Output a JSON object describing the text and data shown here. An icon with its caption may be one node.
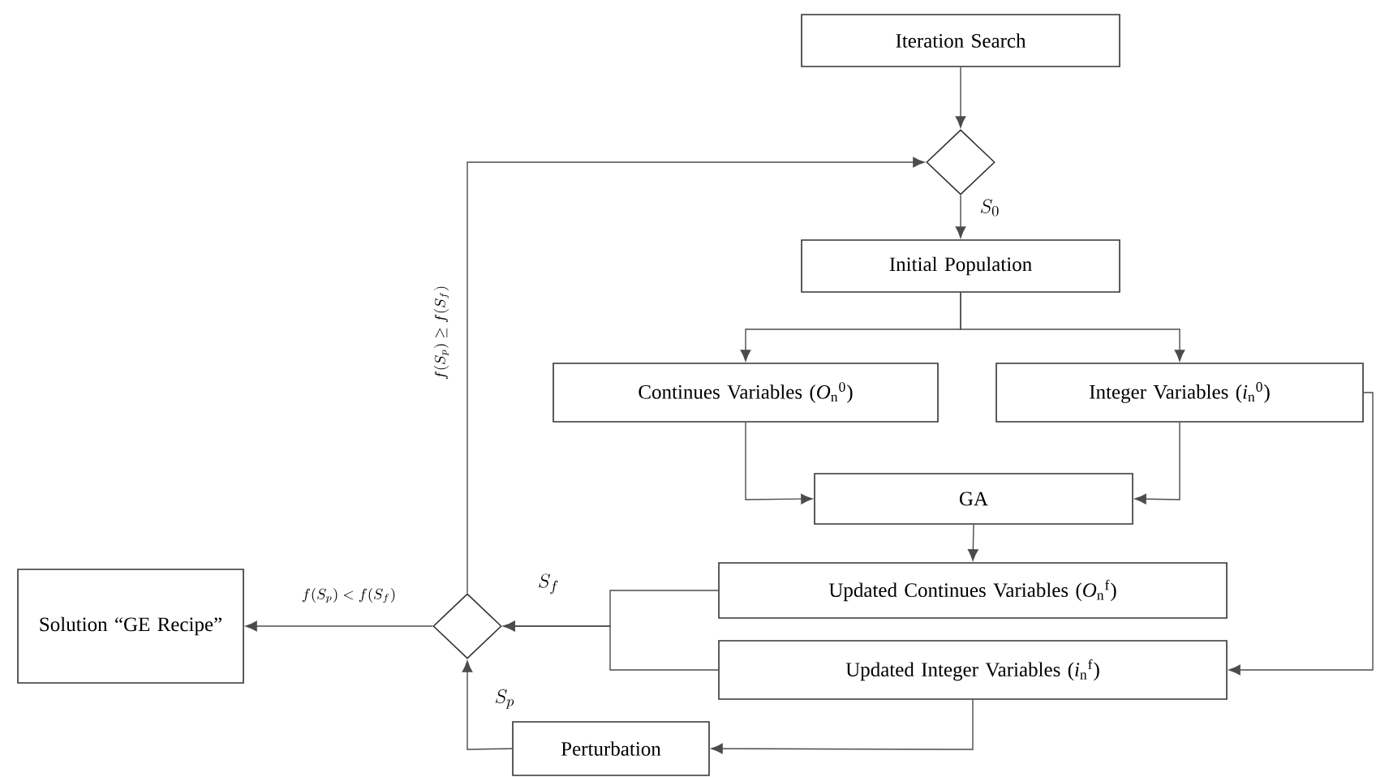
{
  "diagram": {
    "nodes": [
      {
        "text": [
          "Iteration Search"
        ]
      },
      {
        "text": [],
        "shape": "diamond"
      },
      {
        "text": [
          "Initial Population"
        ]
      },
      {
        "text": [
          "Continues Variables (*O*$_{n}$$^{0}$)"
        ]
      },
      {
        "text": [
          "Integer Variables (*i*$_{n}$$^{0}$)"
        ]
      },
      {
        "text": [
          "GA"
        ]
      },
      {
        "text": [
          "Updated Continues Variables (*O*$_{n}$$^{f}$)"
        ]
      },
      {
        "text": [
          "Updated Integer Variables (*i*$_{n}$$^{f}$)"
        ]
      },
      {
        "text": [
          "Perturbation"
        ]
      },
      {
        "text": [],
        "shape": "diamond"
      },
      {
        "text": [
          "Solution “GE Recipe”"
        ]
      }
    ],
    "edges": [
      {
        "from": 0,
        "to": 1,
        "arrow": "to"
      },
      {
        "from": 1,
        "to": 2,
        "arrow": "to",
        "label": "S_0"
      },
      {
        "from": 2,
        "to": 3,
        "arrow": "to"
      },
      {
        "from": 2,
        "to": 4,
        "arrow": "to"
      },
      {
        "from": 3,
        "to": 5,
        "arrow": "to"
      },
      {
        "from": 4,
        "to": 5,
        "arrow": "to"
      },
      {
        "from": 5,
        "to": 6,
        "arrow": "to"
      },
      {
        "from": 6,
        "to": 9,
        "arrow": "to",
        "label": "S_f"
      },
      {
        "from": 7,
        "to": 9,
        "arrow": "to"
      },
      {
        "from": 7,
        "to": 8,
        "arrow": "to"
      },
      {
        "from": 8,
        "to": 9,
        "arrow": "to",
        "label": "S_p"
      },
      {
        "from": 9,
        "to": 10,
        "arrow": "to",
        "label": "f(S_p) < f(S_f)"
      },
      {
        "from": 9,
        "to": 1,
        "arrow": "to",
        "label": "f(S_p) \\geq f(S_f)"
      },
      {
        "from": 4,
        "to": 7,
        "arrow": "to"
      }
    ]
  }
}
